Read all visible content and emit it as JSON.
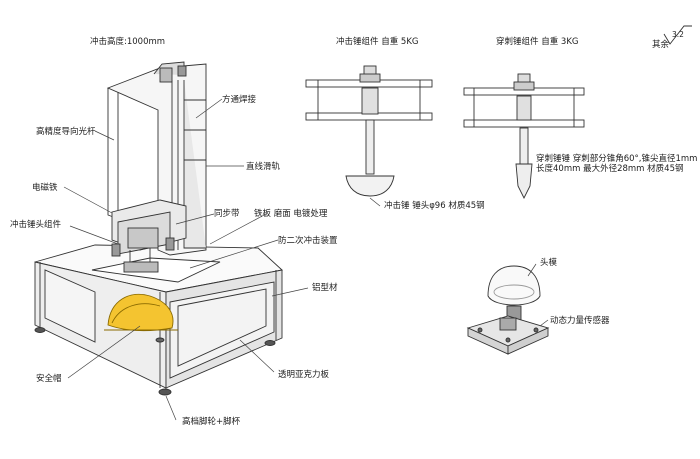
{
  "title": "冲击高度:1000mm",
  "roughness": {
    "value": "3.2",
    "rest_label": "其余"
  },
  "left_labels": {
    "guide": "高精度导向光杆",
    "magnet": "电磁铁",
    "hammer_assembly": "冲击锤头组件",
    "helmet": "安全帽",
    "feet": "高档脚轮+脚杯"
  },
  "right_labels": {
    "square_tube": "方通焊接",
    "linear_rail": "直线滑轨",
    "sync_belt": "同步带",
    "plate": "铁板 磨面 电镀处理",
    "anti_second": "防二次冲击装置",
    "aluminum": "铝型材",
    "acrylic": "透明亚克力板"
  },
  "impact_assembly": {
    "title": "冲击锤组件  自重 5KG",
    "note": "冲击锤   锤头φ96  材质45钢"
  },
  "pierce_assembly": {
    "title": "穿刺锤组件  自重 3KG",
    "note_line1": "穿刺锤锤   穿刺部分锥角60°,锥尖直径1mm",
    "note_line2": "长度40mm  最大外径28mm  材质45钢"
  },
  "head_mold": {
    "label": "头模",
    "sensor_label": "动态力量传感器"
  }
}
